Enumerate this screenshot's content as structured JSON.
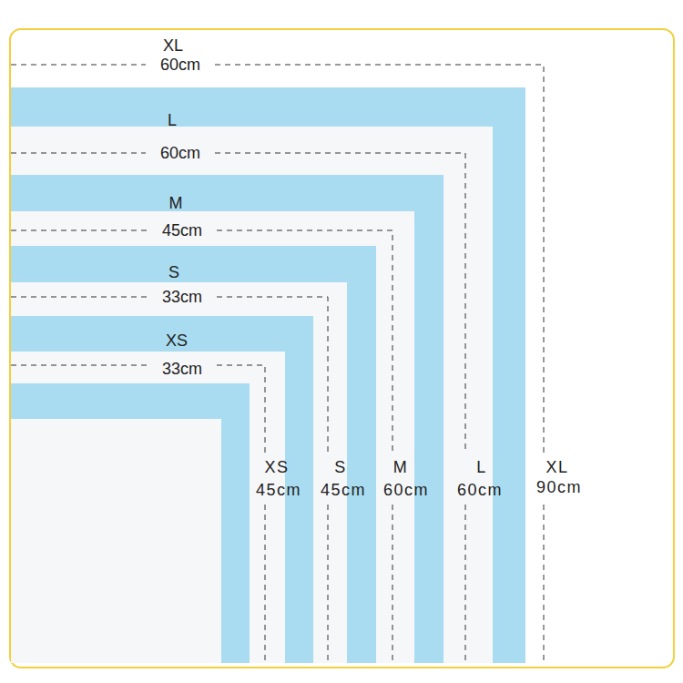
{
  "diagram": {
    "labels": [
      "XL",
      "60cm",
      "L",
      "60cm",
      "M",
      "45cm",
      "S",
      "33cm",
      "XS",
      "33cm",
      "XS",
      "45cm",
      "S",
      "45cm",
      "M",
      "60cm",
      "L",
      "60cm",
      "XL",
      "90cm"
    ]
  }
}
